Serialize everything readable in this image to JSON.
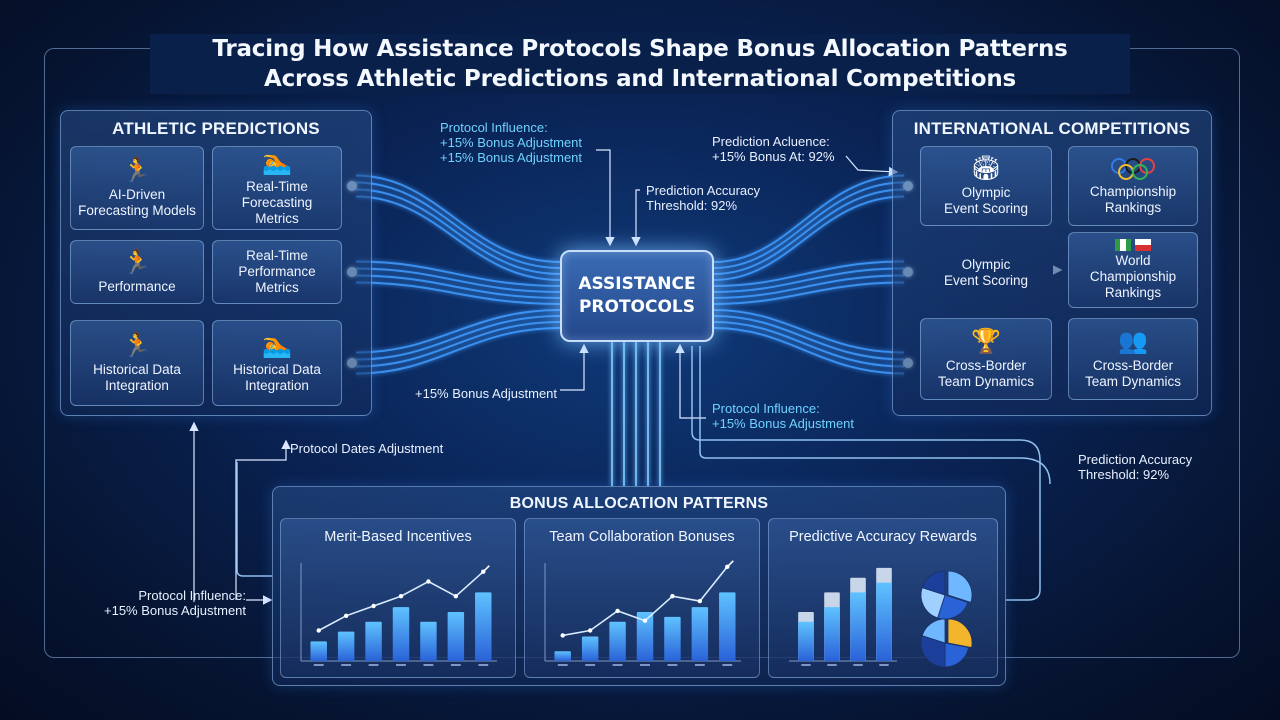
{
  "title": {
    "line1": "Tracing How Assistance Protocols Shape Bonus Allocation Patterns",
    "line2": "Across Athletic Predictions and International Competitions"
  },
  "athletic": {
    "title": "ATHLETIC PREDICTIONS",
    "cards": [
      {
        "icon": "runner-icon",
        "glyph": "🏃",
        "label": "AI-Driven\nForecasting Models"
      },
      {
        "icon": "swimmer-icon",
        "glyph": "🏊",
        "label": "Real-Time\nForecasting\nMetrics"
      },
      {
        "icon": "runner-icon",
        "glyph": "🏃",
        "label": "Performance"
      },
      {
        "icon": "",
        "glyph": "",
        "label": "Real-Time\nPerformance\nMetrics"
      },
      {
        "icon": "runner-icon",
        "glyph": "🏃",
        "label": "Historical Data\nIntegration"
      },
      {
        "icon": "swimmer-icon",
        "glyph": "🏊",
        "label": "Historical Data\nIntegration"
      }
    ]
  },
  "international": {
    "title": "INTERNATIONAL COMPETITIONS",
    "cards": [
      {
        "icon": "stadium-icon",
        "glyph": "🏟",
        "label": "Olympic\nEvent Scoring"
      },
      {
        "icon": "olympic-rings-icon",
        "glyph": "",
        "label": "Championship\nRankings"
      },
      {
        "icon": "",
        "glyph": "",
        "label": "Olympic\nEvent Scoring"
      },
      {
        "icon": "flags-icon",
        "glyph": "",
        "label": "World\nChampionship\nRankings"
      },
      {
        "icon": "podium-icon",
        "glyph": "🏆",
        "label": "Cross-Border\nTeam Dynamics"
      },
      {
        "icon": "team-icon",
        "glyph": "👥",
        "label": "Cross-Border\nTeam Dynamics"
      }
    ]
  },
  "core": {
    "label": "ASSISTANCE\nPROTOCOLS"
  },
  "annotations": {
    "protocol_influence_top": "Protocol Influence:\n+15% Bonus Adjustment\n+15% Bonus Adjustment",
    "prediction_acluence": "Prediction Acluence:\n+15% Bonus At: 92%",
    "accuracy_threshold_center": "Prediction Accuracy\nThreshold: 92%",
    "bonus_adjustment_left": "+15% Bonus Adjustment",
    "protocol_dates": "Protocol Dates Adjustment",
    "protocol_influence_right": "Protocol Influence:\n+15% Bonus Adjustment",
    "accuracy_threshold_right": "Prediction Accuracy\nThreshold: 92%",
    "protocol_influence_bottom_left": "Protocol Influence:\n+15% Bonus Adjustment"
  },
  "bonus": {
    "title": "BONUS ALLOCATION PATTERNS",
    "panels": [
      {
        "title": "Merit-Based Incentives"
      },
      {
        "title": "Team Collaboration Bonuses"
      },
      {
        "title": "Predictive Accuracy Rewards"
      }
    ]
  },
  "colors": {
    "accent_cyan": "#6fd2ff",
    "flow_blue": "#3f9bff",
    "bar_blue": "#3a9bff",
    "bar_gray": "#c9d6ea"
  },
  "chart_data": [
    {
      "type": "bar",
      "values": [
        2,
        3,
        4,
        5.5,
        4,
        5,
        7
      ],
      "trend": [
        2.5,
        4,
        5,
        6,
        7.5,
        6,
        8.5
      ],
      "grid": false
    },
    {
      "type": "bar",
      "values": [
        1,
        2.5,
        4,
        5,
        4.5,
        5.5,
        7
      ],
      "trend": [
        2,
        2.5,
        4.5,
        3.5,
        6,
        5.5,
        9
      ],
      "grid": false
    },
    {
      "type": "bar",
      "values": [
        4,
        5.5,
        7,
        8
      ],
      "totals": [
        5,
        7,
        8.5,
        9.5
      ],
      "grid": false
    },
    {
      "type": "pie",
      "values": [
        30,
        25,
        25,
        20
      ]
    },
    {
      "type": "pie",
      "values": [
        28,
        22,
        30,
        20
      ]
    }
  ]
}
